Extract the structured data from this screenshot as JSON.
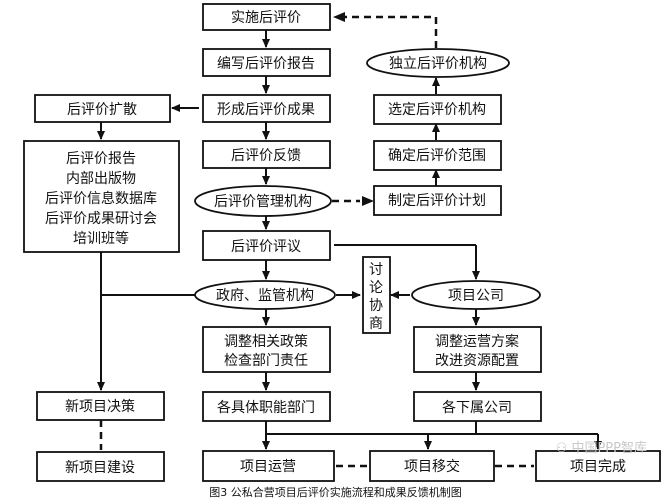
{
  "nodes": {
    "impl": "实施后评价",
    "write_report": "编写后评价报告",
    "form_results": "形成后评价成果",
    "feedback": "后评价反馈",
    "mgmt_org": "后评价管理机构",
    "review": "后评价评议",
    "gov": "政府、监管机构",
    "discuss": [
      "讨",
      "论",
      "协",
      "商"
    ],
    "company": "项目公司",
    "adjust_policy": [
      "调整相关政策",
      "检查部门责任"
    ],
    "adjust_ops": [
      "调整运营方案",
      "改进资源配置"
    ],
    "functional_depts": "各具体职能部门",
    "subsidiaries": "各下属公司",
    "spread": "后评价扩散",
    "spread_list": [
      "后评价报告",
      "内部出版物",
      "后评价信息数据库",
      "后评价成果研讨会",
      "培训班等"
    ],
    "new_decision": "新项目决策",
    "new_build": "新项目建设",
    "operation": "项目运营",
    "transfer": "项目移交",
    "complete": "项目完成",
    "independent_org": "独立后评价机构",
    "select_org": "选定后评价机构",
    "define_scope": "确定后评价范围",
    "make_plan": "制定后评价计划"
  },
  "watermark": "中国PPP智库",
  "caption": "图3   公私合营项目后评价实施流程和成果反馈机制图"
}
